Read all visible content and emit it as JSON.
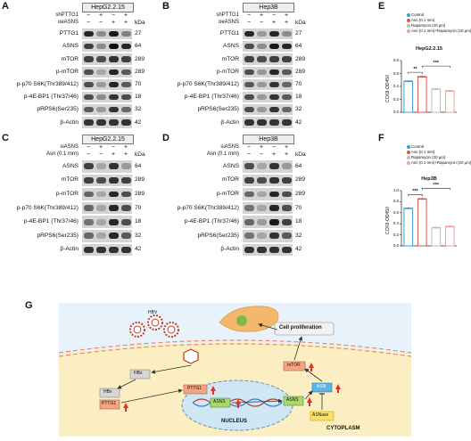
{
  "panels": {
    "A": {
      "letter": "A",
      "title": "HepG2.2.15",
      "conditions": [
        {
          "label": "shPTTG1",
          "signs": [
            "−",
            "+",
            "−",
            "+"
          ]
        },
        {
          "label": "oeASNS",
          "signs": [
            "−",
            "−",
            "+",
            "+"
          ]
        }
      ],
      "rows": [
        {
          "label": "PTTG1",
          "kda": "27",
          "bands": [
            0.85,
            0.45,
            0.9,
            0.5
          ]
        },
        {
          "label": "ASNS",
          "kda": "64",
          "bands": [
            0.75,
            0.45,
            0.95,
            0.85
          ]
        },
        {
          "label": "mTOR",
          "kda": "289",
          "bands": [
            0.75,
            0.7,
            0.8,
            0.75
          ]
        },
        {
          "label": "p-mTOR",
          "kda": "289",
          "bands": [
            0.7,
            0.35,
            0.85,
            0.65
          ]
        },
        {
          "label": "p-p70 S6K(Thr389/412)",
          "kda": "70",
          "bands": [
            0.7,
            0.4,
            0.85,
            0.65
          ]
        },
        {
          "label": "p-4E-BP1 (Thr37/46)",
          "kda": "18",
          "bands": [
            0.7,
            0.45,
            0.8,
            0.7
          ]
        },
        {
          "label": "pRPS6(Ser235)",
          "kda": "32",
          "bands": [
            0.65,
            0.4,
            0.8,
            0.6
          ]
        },
        {
          "label": "β-Actin",
          "kda": "42",
          "bands": [
            0.8,
            0.8,
            0.8,
            0.8
          ]
        }
      ]
    },
    "B": {
      "letter": "B",
      "title": "Hep3B",
      "conditions": [
        {
          "label": "shPTTG1",
          "signs": [
            "−",
            "+",
            "−",
            "+"
          ]
        },
        {
          "label": "oeASNS",
          "signs": [
            "−",
            "−",
            "+",
            "+"
          ]
        }
      ],
      "rows": [
        {
          "label": "PTTG1",
          "kda": "27",
          "bands": [
            0.85,
            0.4,
            0.85,
            0.45
          ]
        },
        {
          "label": "ASNS",
          "kda": "64",
          "bands": [
            0.7,
            0.45,
            0.9,
            0.85
          ]
        },
        {
          "label": "mTOR",
          "kda": "289",
          "bands": [
            0.75,
            0.7,
            0.75,
            0.75
          ]
        },
        {
          "label": "p-mTOR",
          "kda": "289",
          "bands": [
            0.7,
            0.4,
            0.85,
            0.65
          ]
        },
        {
          "label": "p-p70 S6K(Thr389/412)",
          "kda": "70",
          "bands": [
            0.65,
            0.4,
            0.8,
            0.6
          ]
        },
        {
          "label": "p-4E-BP1 (Thr37/46)",
          "kda": "18",
          "bands": [
            0.7,
            0.4,
            0.8,
            0.65
          ]
        },
        {
          "label": "pRPS6(Ser235)",
          "kda": "32",
          "bands": [
            0.7,
            0.4,
            0.8,
            0.6
          ]
        },
        {
          "label": "β-Actin",
          "kda": "42",
          "bands": [
            0.8,
            0.8,
            0.8,
            0.8
          ]
        }
      ]
    },
    "C": {
      "letter": "C",
      "title": "HepG2.2.15",
      "conditions": [
        {
          "label": "siASNS",
          "signs": [
            "−",
            "+",
            "−",
            "+"
          ]
        },
        {
          "label": "Asn (0.1 mm)",
          "signs": [
            "−",
            "−",
            "+",
            "+"
          ]
        }
      ],
      "rows": [
        {
          "label": "ASNS",
          "kda": "64",
          "bands": [
            0.75,
            0.35,
            0.8,
            0.4
          ]
        },
        {
          "label": "mTOR",
          "kda": "289",
          "bands": [
            0.75,
            0.7,
            0.8,
            0.75
          ]
        },
        {
          "label": "p-mTOR",
          "kda": "289",
          "bands": [
            0.6,
            0.35,
            0.85,
            0.7
          ]
        },
        {
          "label": "p-p70 S6K(Thr389/412)",
          "kda": "70",
          "bands": [
            0.6,
            0.35,
            0.85,
            0.7
          ]
        },
        {
          "label": "p-4E-BP1 (Thr37/46)",
          "kda": "18",
          "bands": [
            0.55,
            0.35,
            0.85,
            0.7
          ]
        },
        {
          "label": "pRPS6(Ser235)",
          "kda": "32",
          "bands": [
            0.6,
            0.35,
            0.85,
            0.65
          ]
        },
        {
          "label": "β-Actin",
          "kda": "42",
          "bands": [
            0.8,
            0.8,
            0.8,
            0.8
          ]
        }
      ]
    },
    "D": {
      "letter": "D",
      "title": "Hep3B",
      "conditions": [
        {
          "label": "siASNS",
          "signs": [
            "−",
            "+",
            "−",
            "+"
          ]
        },
        {
          "label": "Asn (0.1 mm)",
          "signs": [
            "−",
            "−",
            "+",
            "+"
          ]
        }
      ],
      "rows": [
        {
          "label": "ASNS",
          "kda": "64",
          "bands": [
            0.7,
            0.35,
            0.8,
            0.4
          ]
        },
        {
          "label": "mTOR",
          "kda": "289",
          "bands": [
            0.75,
            0.7,
            0.8,
            0.75
          ]
        },
        {
          "label": "p-mTOR",
          "kda": "289",
          "bands": [
            0.6,
            0.35,
            0.85,
            0.7
          ]
        },
        {
          "label": "p-p70 S6K(Thr389/412)",
          "kda": "70",
          "bands": [
            0.55,
            0.35,
            0.85,
            0.7
          ]
        },
        {
          "label": "p-4E-BP1 (Thr37/46)",
          "kda": "18",
          "bands": [
            0.6,
            0.4,
            0.9,
            0.75
          ]
        },
        {
          "label": "pRPS6(Ser235)",
          "kda": "32",
          "bands": [
            0.55,
            0.35,
            0.8,
            0.65
          ]
        },
        {
          "label": "β-Actin",
          "kda": "42",
          "bands": [
            0.8,
            0.8,
            0.8,
            0.8
          ]
        }
      ]
    },
    "kda_header": "kDa"
  },
  "chart_data": [
    {
      "panel": "E",
      "type": "bar",
      "title": "HepG2.2.15",
      "ylabel": "CCK8-OD450",
      "ylim": [
        0.0,
        0.8
      ],
      "yticks": [
        "0.0",
        "0.2",
        "0.4",
        "0.6",
        "0.8"
      ],
      "legend": [
        "Control",
        "Asn (0.1 mm)",
        "Rapamycin (20 μm)",
        "Asn (0.1 mm)+Rapamycin (20 μm)"
      ],
      "series": [
        {
          "name": "Control",
          "values": [
            0.48
          ],
          "color": "#3a9fd9"
        },
        {
          "name": "Asn (0.1 mm)",
          "values": [
            0.55
          ],
          "color": "#e0534f"
        },
        {
          "name": "Rapamycin (20 μm)",
          "values": [
            0.36
          ],
          "color": "#bdbdbd"
        },
        {
          "name": "Asn (0.1 mm)+Rapamycin (20 μm)",
          "values": [
            0.33
          ],
          "color": "#f0a0a0"
        }
      ],
      "significance": [
        {
          "between": [
            0,
            1
          ],
          "label": "**"
        },
        {
          "between": [
            1,
            3
          ],
          "label": "***"
        }
      ]
    },
    {
      "panel": "F",
      "type": "bar",
      "title": "Hep3B",
      "ylabel": "CCK8-OD450",
      "ylim": [
        0.0,
        1.0
      ],
      "yticks": [
        "0.0",
        "0.2",
        "0.4",
        "0.6",
        "0.8",
        "1.0"
      ],
      "legend": [
        "Control",
        "Asn (0.1 mm)",
        "Rapamycin (20 μm)",
        "Asn (0.1 mm)+Rapamycin (20 μm)"
      ],
      "series": [
        {
          "name": "Control",
          "values": [
            0.68
          ],
          "color": "#3a9fd9"
        },
        {
          "name": "Asn (0.1 mm)",
          "values": [
            0.85
          ],
          "color": "#e0534f"
        },
        {
          "name": "Rapamycin (20 μm)",
          "values": [
            0.33
          ],
          "color": "#bdbdbd"
        },
        {
          "name": "Asn (0.1 mm)+Rapamycin (20 μm)",
          "values": [
            0.35
          ],
          "color": "#f0a0a0"
        }
      ],
      "significance": [
        {
          "between": [
            0,
            1
          ],
          "label": "***"
        },
        {
          "between": [
            1,
            3
          ],
          "label": "***"
        }
      ]
    }
  ],
  "panel_letters": {
    "E": "E",
    "F": "F",
    "G": "G"
  },
  "diagram": {
    "hbv": "HBV",
    "hbx_1": "HBx",
    "hbx_2": "HBx",
    "pttg1_cyto": "PTTG1",
    "pttg1_nuc": "PTTG1",
    "asns_nuc": "ASNS",
    "asns_cyto": "ASNS",
    "asn": "ASN",
    "asnase": "ASNase",
    "mtor": "mTOR",
    "cell_proliferation": "Cell proliferation",
    "nucleus": "NUCLEUS",
    "cytoplasm": "CYTOPLASM",
    "colors": {
      "cell_fill": "#fbeec2",
      "nucleus_fill": "#cfe6f5",
      "membrane": "#e98a6a",
      "arrow_up": "#e0302a",
      "protein_red": "#f4a582",
      "protein_blue": "#5ab4e6",
      "protein_green": "#a6d96a"
    }
  }
}
